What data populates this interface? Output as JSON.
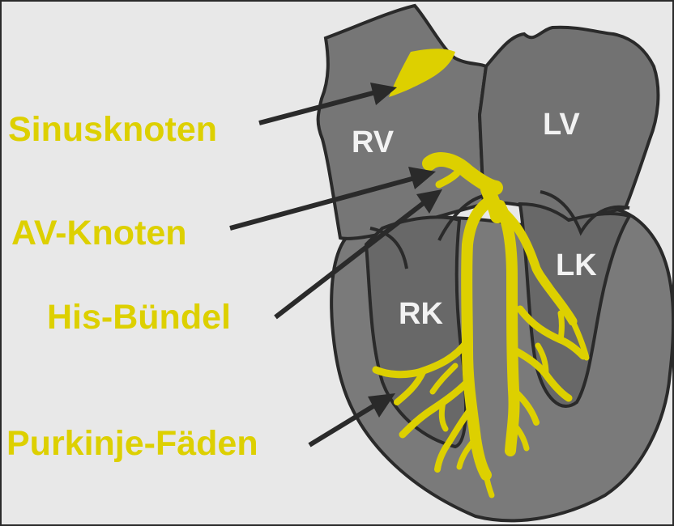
{
  "diagram": {
    "labels": {
      "sinus_node": "Sinusknoten",
      "av_node": "AV-Knoten",
      "his_bundle": "His-Bündel",
      "purkinje_fibers": "Purkinje-Fäden"
    },
    "chambers": {
      "right_atrium": "RV",
      "left_atrium": "LV",
      "right_ventricle": "RK",
      "left_ventricle": "LK"
    },
    "colors": {
      "background": "#e8e8e8",
      "heart_fill": "#7a7a7a",
      "heart_dark": "#6a6a6a",
      "outline": "#2a2a2a",
      "conduction_system": "#ddd000",
      "arrow": "#2a2a2a",
      "chamber_text": "#f2f2f2"
    }
  }
}
